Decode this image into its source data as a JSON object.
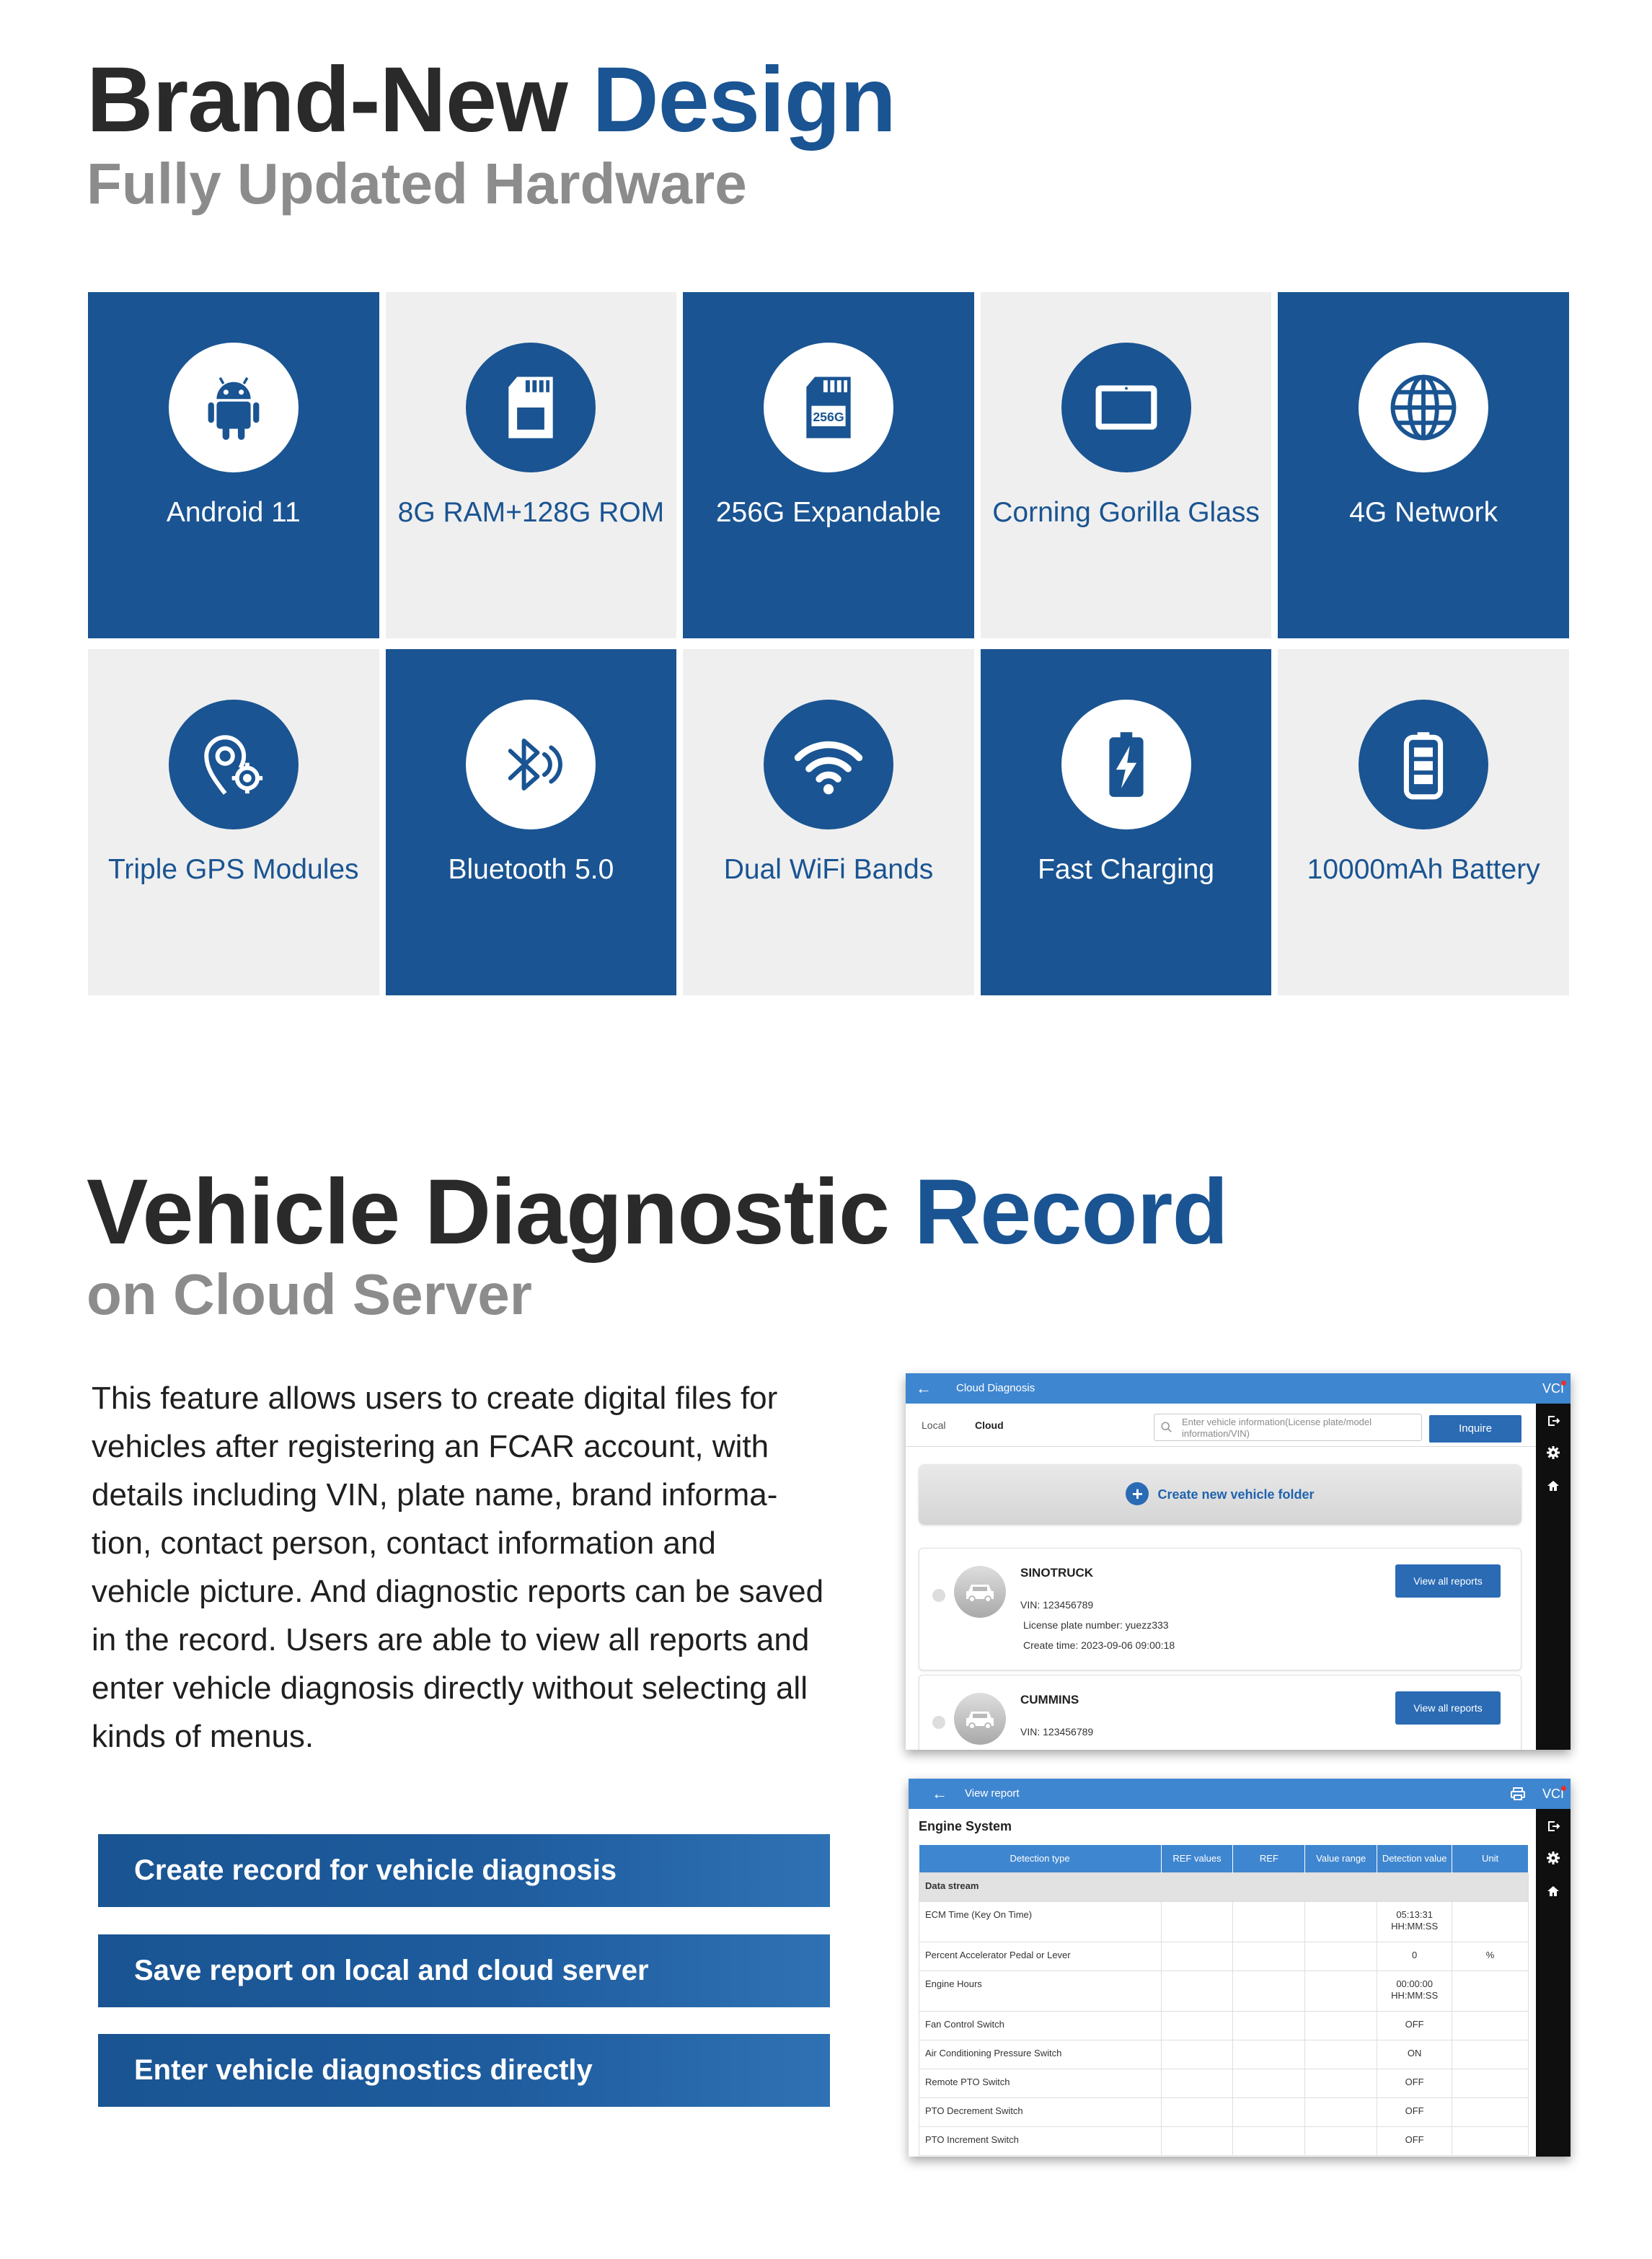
{
  "hardware": {
    "title_part1": "Brand-New ",
    "title_part2": "Design",
    "subtitle": "Fully Updated Hardware",
    "features": [
      {
        "label": "Android 11",
        "icon": "android-icon",
        "style": "blue"
      },
      {
        "label": "8G RAM+128G ROM",
        "icon": "sd-card-icon",
        "style": "gray"
      },
      {
        "label": "256G Expandable",
        "icon": "sd-card-256g-icon",
        "style": "blue",
        "icon_text": "256G"
      },
      {
        "label": "Corning Gorilla Glass",
        "icon": "tablet-icon",
        "style": "gray"
      },
      {
        "label": "4G Network",
        "icon": "globe-icon",
        "style": "blue"
      },
      {
        "label": "Triple GPS Modules",
        "icon": "gps-pin-icon",
        "style": "gray"
      },
      {
        "label": "Bluetooth 5.0",
        "icon": "bluetooth-icon",
        "style": "blue"
      },
      {
        "label": "Dual WiFi Bands",
        "icon": "wifi-icon",
        "style": "gray"
      },
      {
        "label": "Fast Charging",
        "icon": "battery-charging-icon",
        "style": "blue"
      },
      {
        "label": "10000mAh Battery",
        "icon": "battery-icon",
        "style": "gray"
      }
    ]
  },
  "cloud": {
    "title_part1": "Vehicle Diagnostic ",
    "title_part2": "Record",
    "subtitle": "on Cloud Server",
    "description_lines": [
      "This feature allows users to create digital files for",
      "vehicles after registering an FCAR account, with",
      "details including VIN, plate name, brand informa-",
      "tion, contact person, contact information and",
      "vehicle picture. And diagnostic reports can be saved",
      "in the record. Users are able to view all reports and",
      "enter vehicle diagnosis directly without selecting all",
      "kinds of menus."
    ],
    "bars": [
      "Create record for vehicle diagnosis",
      "Save report on local and cloud server",
      "Enter vehicle diagnostics directly"
    ]
  },
  "screen_cloud": {
    "title": "Cloud Diagnosis",
    "vci": "VCI",
    "tabs": [
      "Local",
      "Cloud"
    ],
    "search_placeholder": "Enter vehicle information(License plate/model information/VIN)",
    "inquire": "Inquire",
    "create_folder": "Create new vehicle folder",
    "vehicles": [
      {
        "name": "SINOTRUCK",
        "vin": "VIN: 123456789",
        "plate": "License plate number: yuezz333",
        "created": "Create time: 2023-09-06 09:00:18",
        "button": "View all reports"
      },
      {
        "name": "CUMMINS",
        "vin": "VIN: 123456789",
        "button": "View all reports"
      }
    ]
  },
  "screen_report": {
    "title": "View report",
    "vci": "VCI",
    "section": "Engine System",
    "columns": [
      "Detection type",
      "REF values",
      "REF",
      "Value range",
      "Detection value",
      "Unit"
    ],
    "group": "Data stream",
    "rows": [
      {
        "name": "ECM Time (Key On Time)",
        "value": "05:13:31\nHH:MM:SS",
        "unit": ""
      },
      {
        "name": "Percent Accelerator Pedal or Lever",
        "value": "0",
        "unit": "%"
      },
      {
        "name": "Engine Hours",
        "value": "00:00:00\nHH:MM:SS",
        "unit": ""
      },
      {
        "name": "Fan Control Switch",
        "value": "OFF",
        "unit": ""
      },
      {
        "name": "Air Conditioning Pressure Switch",
        "value": "ON",
        "unit": ""
      },
      {
        "name": "Remote PTO Switch",
        "value": "OFF",
        "unit": ""
      },
      {
        "name": "PTO Decrement Switch",
        "value": "OFF",
        "unit": ""
      },
      {
        "name": "PTO Increment Switch",
        "value": "OFF",
        "unit": ""
      }
    ]
  },
  "colors": {
    "brand_blue": "#1a5492",
    "tile_gray": "#efefef",
    "app_blue": "#3f86d0"
  }
}
